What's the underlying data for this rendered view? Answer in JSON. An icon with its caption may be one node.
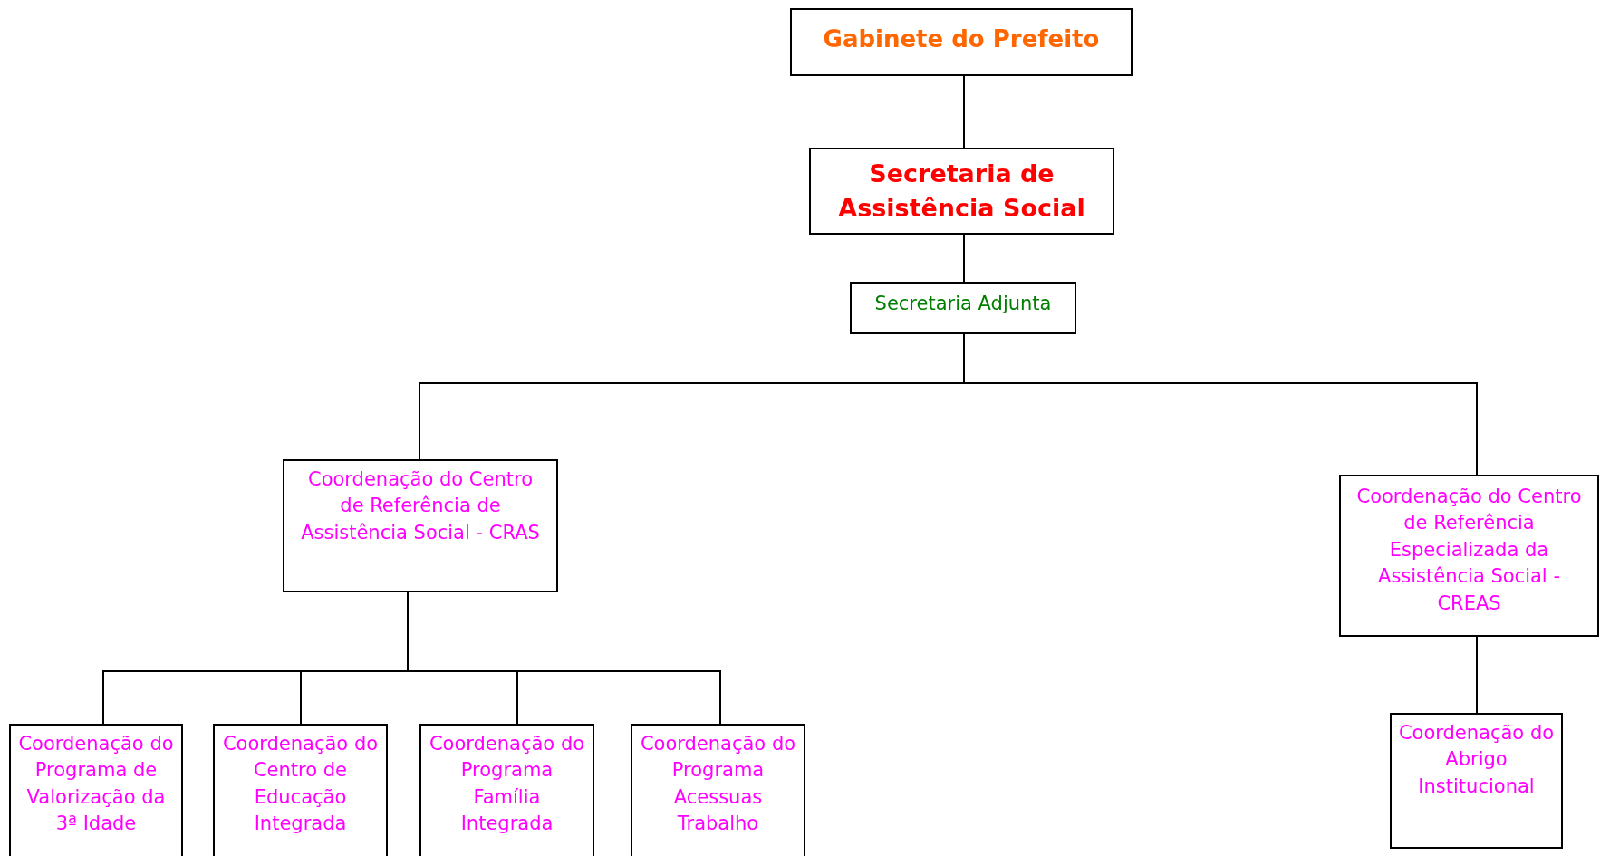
{
  "diagram": {
    "nodes": [
      {
        "text": [
          "Gabinete do Prefeito"
        ]
      },
      {
        "text": [
          "Secretaria de Assistência Social"
        ]
      },
      {
        "text": [
          "Secretaria Adjunta"
        ]
      },
      {
        "text": [
          "Coordenação do Centro de Referência de Assistência Social - CRAS"
        ]
      },
      {
        "text": [
          "Coordenação do Centro de Referência Especializada da Assistência Social - CREAS"
        ]
      },
      {
        "text": [
          "Coordenação do Programa de Valorização da 3ª Idade"
        ]
      },
      {
        "text": [
          "Coordenação do Centro de Educação Integrada"
        ]
      },
      {
        "text": [
          "Coordenação do Programa Família Integrada"
        ]
      },
      {
        "text": [
          "Coordenação do Programa Acessuas Trabalho"
        ]
      },
      {
        "text": [
          "Coordenação do Abrigo Institucional"
        ]
      }
    ],
    "edges": [
      {
        "from": 0,
        "to": 1,
        "arrow": "none"
      },
      {
        "from": 1,
        "to": 2,
        "arrow": "none"
      },
      {
        "from": 2,
        "to": 3,
        "arrow": "none"
      },
      {
        "from": 2,
        "to": 4,
        "arrow": "none"
      },
      {
        "from": 3,
        "to": 5,
        "arrow": "none"
      },
      {
        "from": 3,
        "to": 6,
        "arrow": "none"
      },
      {
        "from": 3,
        "to": 7,
        "arrow": "none"
      },
      {
        "from": 3,
        "to": 8,
        "arrow": "none"
      },
      {
        "from": 4,
        "to": 9,
        "arrow": "none"
      }
    ]
  }
}
